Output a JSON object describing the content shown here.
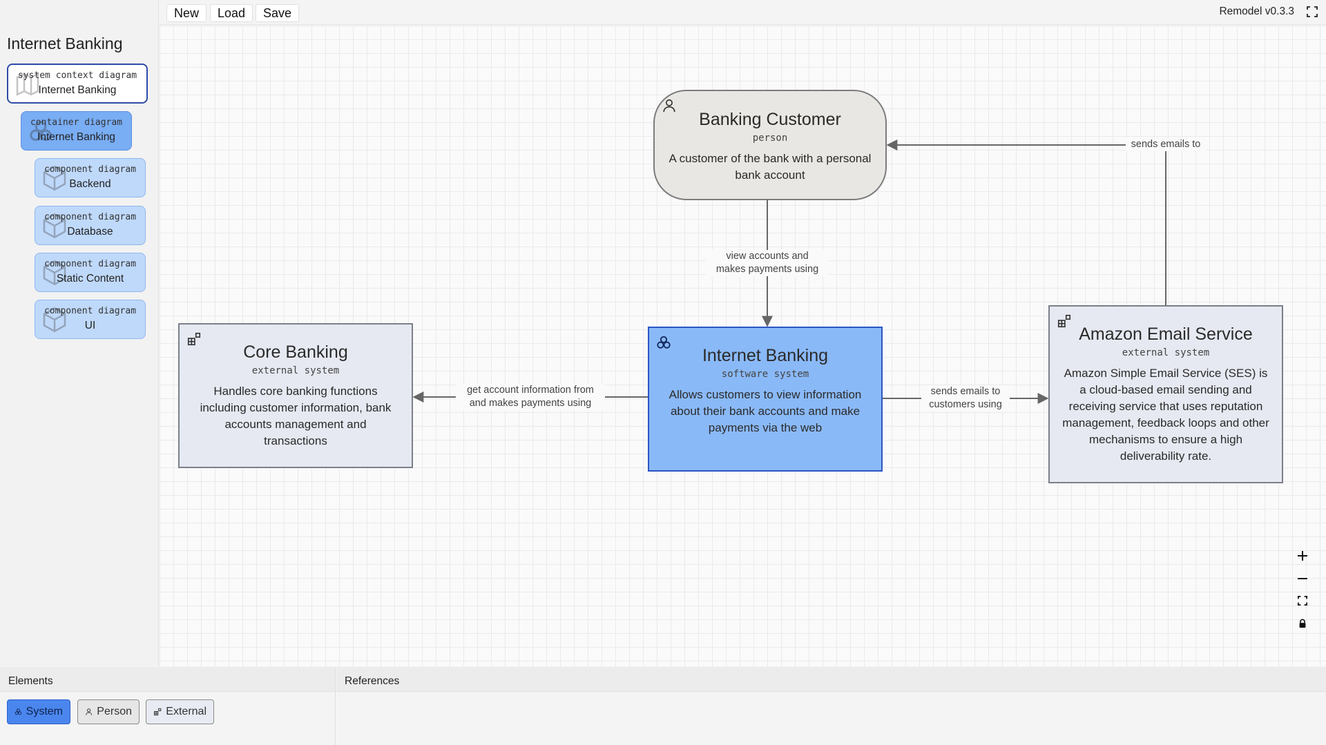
{
  "toolbar": {
    "new_label": "New",
    "load_label": "Load",
    "save_label": "Save",
    "app_version": "Remodel v0.3.3"
  },
  "sidebar": {
    "project_title": "Internet Banking",
    "items": [
      {
        "type": "system context diagram",
        "label": "Internet Banking",
        "icon": "map-icon"
      },
      {
        "type": "container diagram",
        "label": "Internet Banking",
        "icon": "cluster-icon"
      },
      {
        "type": "component diagram",
        "label": "Backend",
        "icon": "cube-icon"
      },
      {
        "type": "component diagram",
        "label": "Database",
        "icon": "cube-icon"
      },
      {
        "type": "component diagram",
        "label": "Static Content",
        "icon": "cube-icon"
      },
      {
        "type": "component diagram",
        "label": "UI",
        "icon": "cube-icon"
      }
    ]
  },
  "diagram": {
    "nodes": {
      "customer": {
        "name": "Banking Customer",
        "type": "person",
        "description": "A customer of the bank with a personal bank account",
        "icon": "person-icon"
      },
      "core": {
        "name": "Core Banking",
        "type": "external system",
        "description": "Handles core banking functions including customer information, bank accounts management and transactions",
        "icon": "external-icon"
      },
      "ib": {
        "name": "Internet Banking",
        "type": "software system",
        "description": "Allows customers to view information about their bank accounts and make payments via the web",
        "icon": "system-icon"
      },
      "ses": {
        "name": "Amazon Email Service",
        "type": "external system",
        "description": "Amazon Simple Email Service (SES) is a cloud-based email sending and receiving service that uses reputation management, feedback loops and other mechanisms to ensure a high deliverability rate.",
        "icon": "external-icon"
      }
    },
    "edges": {
      "customer_to_ib": {
        "line1": "view accounts and",
        "line2": "makes payments using"
      },
      "ib_to_core": {
        "line1": "get account information from",
        "line2": "and makes payments using"
      },
      "ib_to_ses": {
        "line1": "sends emails to",
        "line2": "customers using"
      },
      "ses_to_customer": {
        "line1": "sends emails to"
      }
    },
    "selected_node": "Internet Banking"
  },
  "panels": {
    "elements": {
      "header": "Elements",
      "buttons": {
        "system": "System",
        "person": "Person",
        "external": "External"
      }
    },
    "references": {
      "header": "References"
    }
  },
  "colors": {
    "accent": "#2b55c4",
    "system_fill": "#8ab9f7",
    "person_fill": "#e9e7e3",
    "external_fill": "#e6e9f1"
  }
}
